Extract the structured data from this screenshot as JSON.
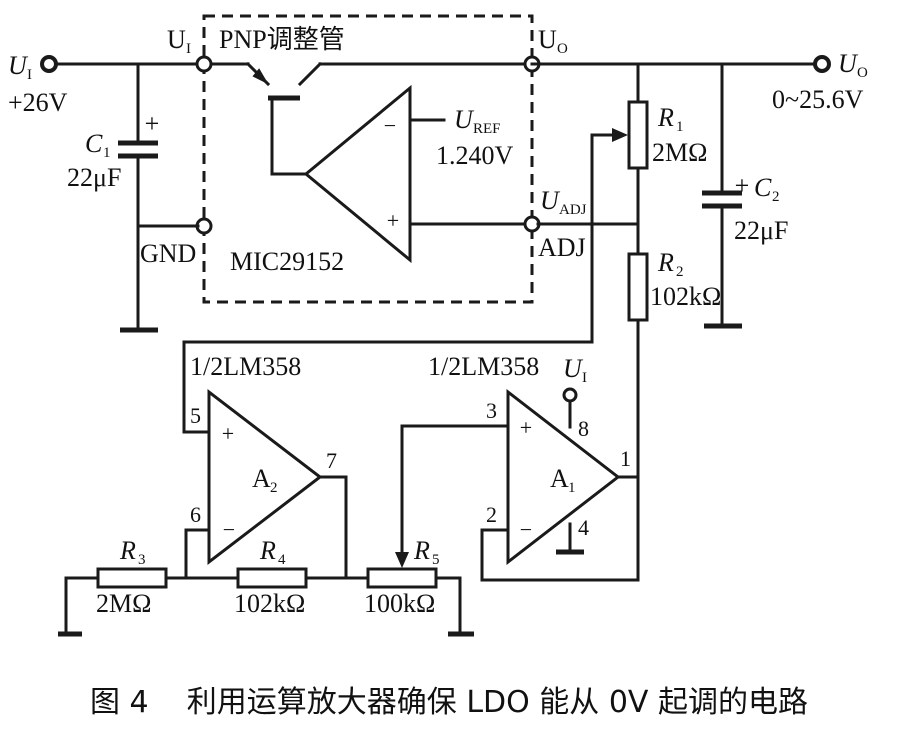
{
  "source": {
    "symbol": "U",
    "sub": "I",
    "voltage": "+26V"
  },
  "output": {
    "symbol": "U",
    "sub": "O",
    "range": "0~25.6V"
  },
  "regulator": {
    "name": "MIC29152",
    "pass_element": "PNP调整管",
    "input_pin": {
      "symbol": "U",
      "sub": "I"
    },
    "output_pin": {
      "symbol": "U",
      "sub": "O"
    },
    "gnd_pin": "GND",
    "adj_pin": "ADJ",
    "adj_node": {
      "symbol": "U",
      "sub": "ADJ"
    },
    "vref": {
      "symbol": "U",
      "sub": "REF",
      "value": "1.240V"
    },
    "amp_minus": "−",
    "amp_plus": "+"
  },
  "components": {
    "c1": {
      "name": "C",
      "sub": "1",
      "value": "22μF",
      "polarity": "+"
    },
    "c2": {
      "name": "C",
      "sub": "2",
      "value": "22μF",
      "polarity": "+"
    },
    "r1": {
      "name": "R",
      "sub": "1",
      "value": "2MΩ"
    },
    "r2": {
      "name": "R",
      "sub": "2",
      "value": "102kΩ"
    },
    "r3": {
      "name": "R",
      "sub": "3",
      "value": "2MΩ"
    },
    "r4": {
      "name": "R",
      "sub": "4",
      "value": "102kΩ"
    },
    "r5": {
      "name": "R",
      "sub": "5",
      "value": "100kΩ"
    }
  },
  "opamps": {
    "a1": {
      "name": "A",
      "sub": "1",
      "part": "1/2LM358",
      "supply": {
        "symbol": "U",
        "sub": "I"
      },
      "pins": {
        "plus": "3",
        "minus": "2",
        "out": "1",
        "vcc": "8",
        "gnd": "4"
      },
      "plus_sign": "+",
      "minus_sign": "−"
    },
    "a2": {
      "name": "A",
      "sub": "2",
      "part": "1/2LM358",
      "pins": {
        "plus": "5",
        "minus": "6",
        "out": "7"
      },
      "plus_sign": "+",
      "minus_sign": "−"
    }
  },
  "caption": "图 4    利用运算放大器确保 LDO 能从 0V 起调的电路"
}
